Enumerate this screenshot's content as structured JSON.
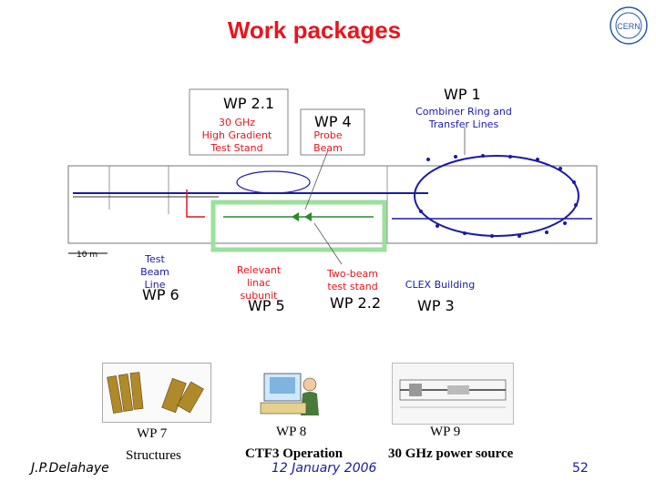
{
  "title": "Work packages",
  "wp": {
    "wp2_1": {
      "label": "WP 2.1",
      "desc": "30 GHz\nHigh Gradient\nTest Stand"
    },
    "wp4": {
      "label": "WP 4",
      "desc": "Probe\nBeam"
    },
    "wp1": {
      "label": "WP 1",
      "desc": "Combiner Ring and\nTransfer Lines"
    },
    "wp6": {
      "label": "WP 6",
      "desc": "Test\nBeam\nLine"
    },
    "wp5": {
      "label": "WP 5",
      "desc": "Relevant\nlinac\nsubunit"
    },
    "wp2_2": {
      "label": "WP 2.2",
      "desc": "Two-beam\ntest stand"
    },
    "wp3": {
      "label": "WP 3",
      "desc": "CLEX Building"
    },
    "wp7": {
      "label": "WP 7",
      "desc": "Structures"
    },
    "wp8": {
      "label": "WP 8",
      "desc": "CTF3 Operation"
    },
    "wp9": {
      "label": "WP 9",
      "desc": "30 GHz power source"
    }
  },
  "scale_label": "10 m",
  "footer": {
    "author": "J.P.Delahaye",
    "date": "12 January 2006",
    "page": "52"
  },
  "logo": {
    "text": "CERN"
  },
  "colors": {
    "title": "#e8141d",
    "beamline": "#1a1aa8",
    "highlight": "#9be09b",
    "probe": "#2a8a2a"
  }
}
